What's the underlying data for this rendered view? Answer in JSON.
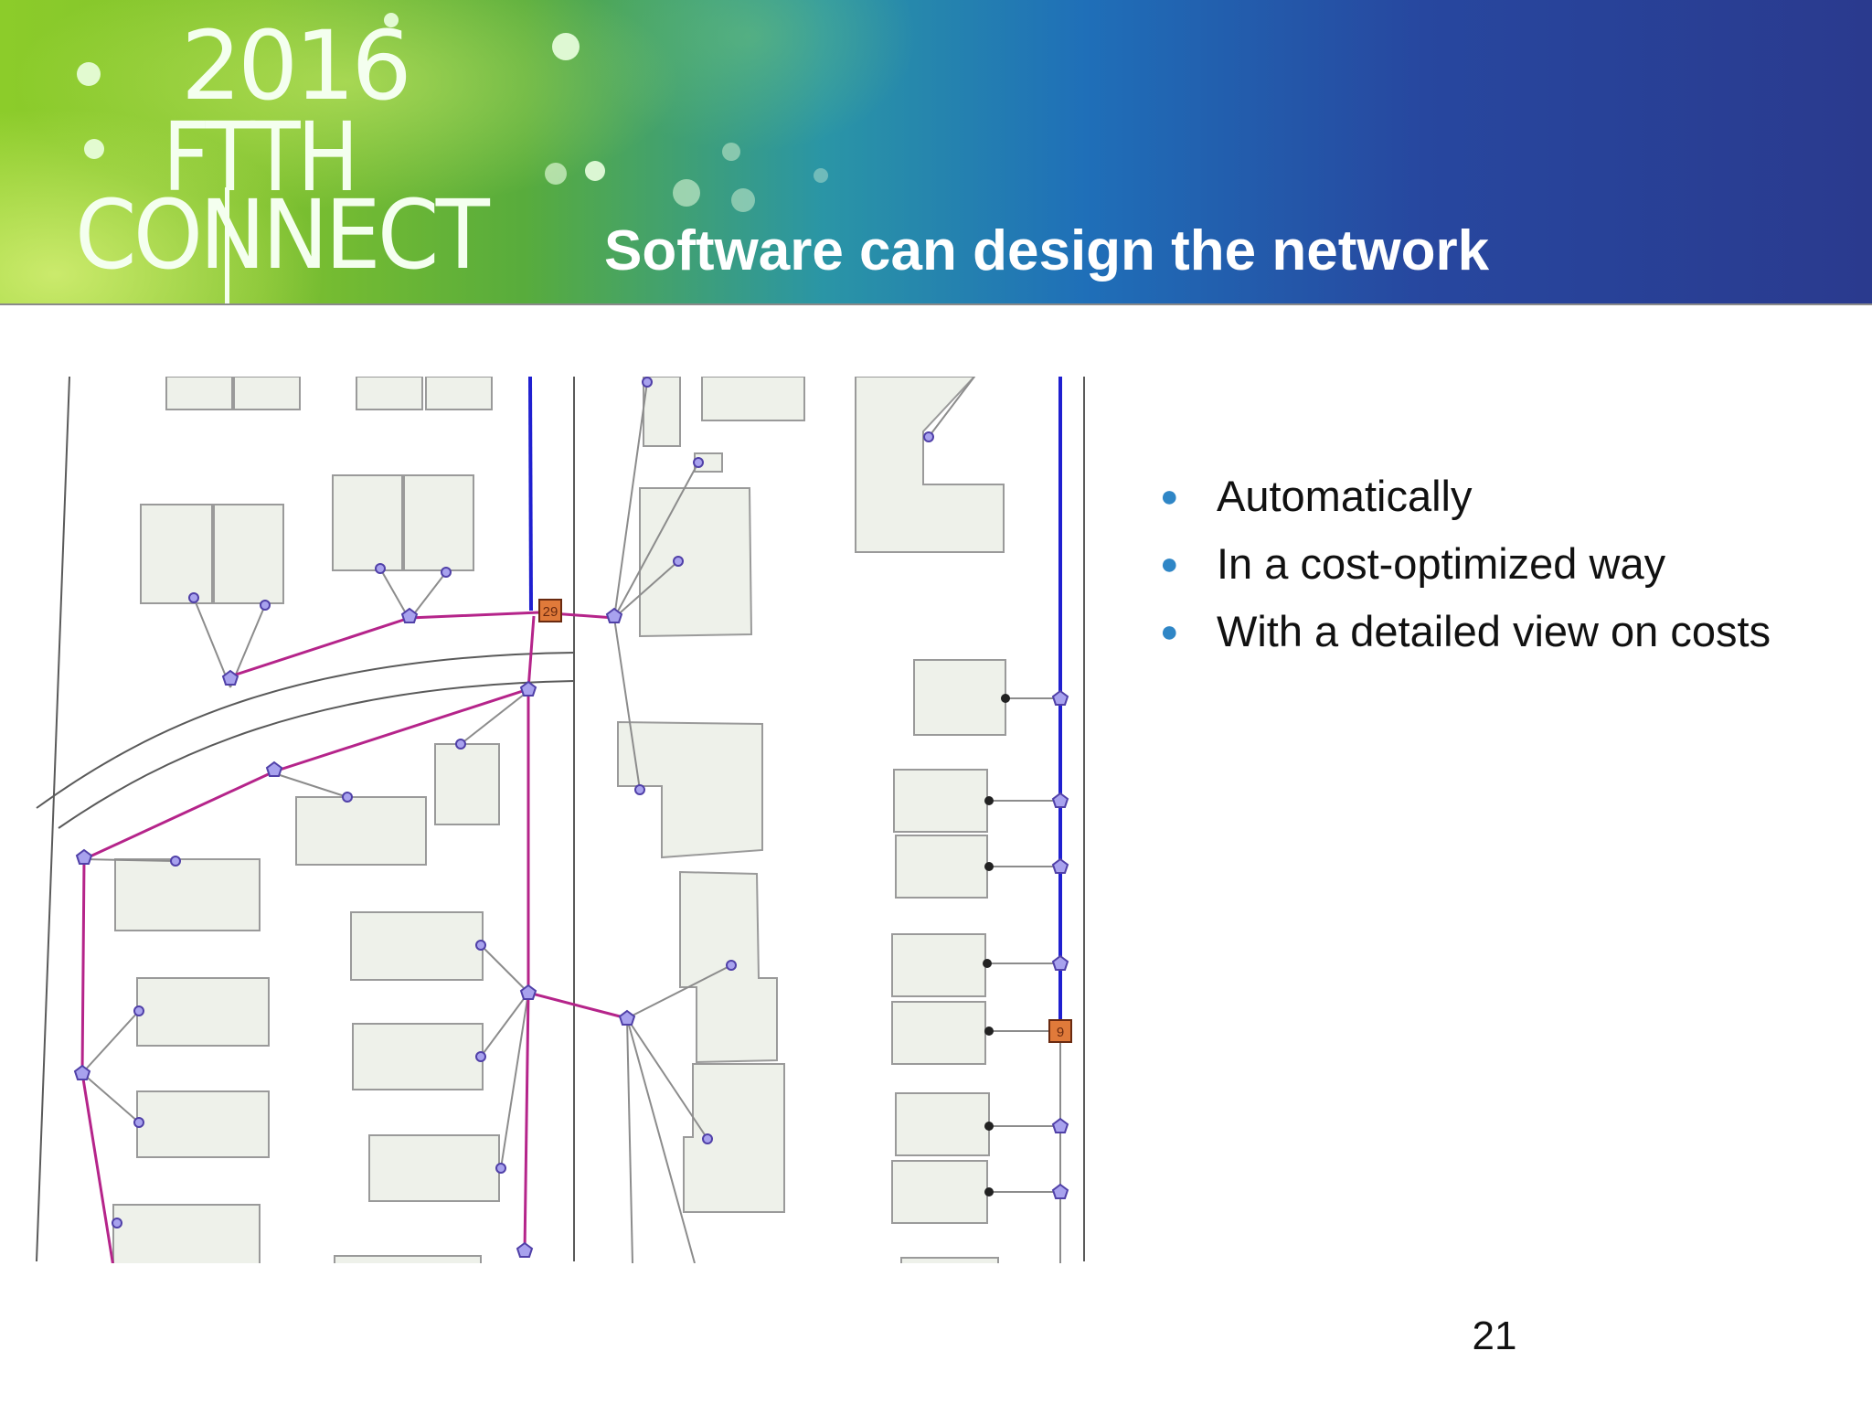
{
  "banner": {
    "logo_year": "2016",
    "logo_line1": "FTTH",
    "logo_line2": "CONNECT",
    "title": "Software can design the network"
  },
  "bullets": [
    {
      "text": "Automatically"
    },
    {
      "text": "In a cost-optimized way"
    },
    {
      "text": "With a detailed view on costs"
    }
  ],
  "map": {
    "labels": {
      "node_a": "29",
      "node_b": "9"
    }
  },
  "page_number": "21",
  "colors": {
    "building_fill": "#eef1ea",
    "building_stroke": "#9a9a9a",
    "road_stroke": "#5a5a5a",
    "distribution_cable": "#b5248a",
    "feeder_cable": "#1f1fd0",
    "drop_line": "#8c8c8c",
    "node_fill": "#a8a2ee",
    "node_stroke": "#5040a8",
    "cabinet_fill": "#e07a3a",
    "bullet_color": "#2f86c6"
  }
}
